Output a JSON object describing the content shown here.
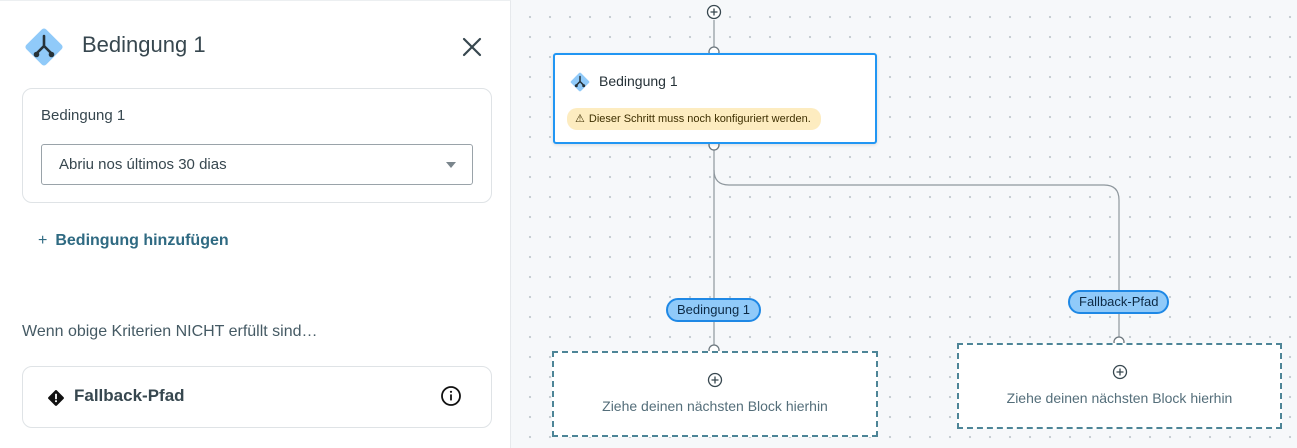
{
  "panel": {
    "title": "Bedingung 1",
    "condition_card": {
      "label": "Bedingung 1",
      "select_value": "Abriu nos últimos 30 dias"
    },
    "add_condition_label": "Bedingung hinzufügen",
    "else_text": "Wenn obige Kriterien NICHT erfüllt sind…",
    "fallback_label": "Fallback-Pfad"
  },
  "canvas": {
    "node": {
      "title": "Bedingung 1",
      "warning": "Dieser Schritt muss noch konfiguriert werden."
    },
    "branches": [
      {
        "pill_label": "Bedingung 1",
        "drop_text": "Ziehe deinen nächsten Block hierhin"
      },
      {
        "pill_label": "Fallback-Pfad",
        "drop_text": "Ziehe deinen nächsten Block hierhin"
      }
    ]
  },
  "colors": {
    "accent_blue": "#2196f3",
    "pill_fill": "#90caf9",
    "link_teal": "#2f6a82",
    "warning_bg": "#fdecc0",
    "icon_diamond": "#90caf9"
  },
  "icons": {
    "header": "branch-diamond-icon",
    "close": "close-icon",
    "fallback": "warning-diamond-icon",
    "info": "info-icon",
    "add": "plus-circle-icon"
  }
}
